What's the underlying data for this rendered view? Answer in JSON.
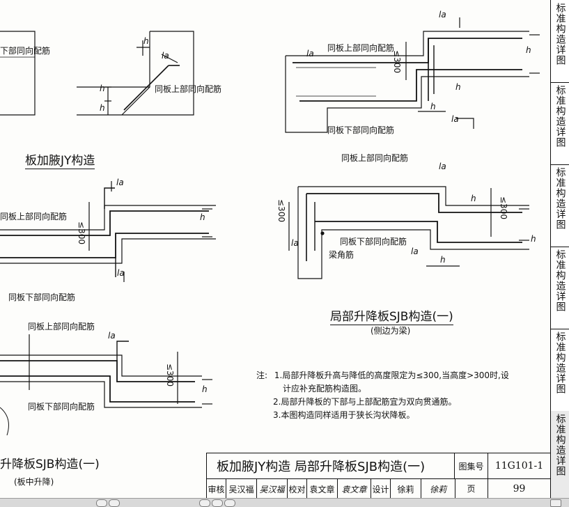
{
  "labels": {
    "jy_top_bottom_bar": "下部同向配筋",
    "jy_top_bar": "同板上部同向配筋",
    "jy_h": "h",
    "jy_la": "la",
    "left_mid_top_bar": "同板上部同向配筋",
    "left_mid_bottom_bar": "同板下部同向配筋",
    "left_bot_top_bar": "同板上部同向配筋",
    "left_bot_bottom_bar": "同板下部同向配筋",
    "r1_top_bar": "同板上部同向配筋",
    "r1_bottom_bar": "同板下部同向配筋",
    "r2_top_bar": "同板上部同向配筋",
    "r2_bottom_bar": "同板下部同向配筋",
    "r2_corner_bar": "梁角筋",
    "le300": "≤300",
    "la": "la",
    "h": "h"
  },
  "captions": {
    "jy": "板加腋JY构造",
    "sjb_right": "局部升降板SJB构造(一)",
    "sjb_right_sub": "(侧边为梁)",
    "sjb_left": "升降板SJB构造(一)",
    "sjb_left_sub": "(板中升降)"
  },
  "notes": {
    "prefix": "注:",
    "items": [
      "1.局部升降板升高与降低的高度限定为≤300,当高度>300时,设",
      "计应补充配筋构造图。",
      "2.局部升降板的下部与上部配筋宜为双向贯通筋。",
      "3.本图构造同样适用于狭长沟状降板。"
    ]
  },
  "titleblock": {
    "title": "板加腋JY构造  局部升降板SJB构造(一)",
    "atlas_label": "图集号",
    "atlas_value": "11G101-1",
    "page_label": "页",
    "page_value": "99",
    "review_label": "审核",
    "review_name": "吴汉福",
    "review_sig": "吴汉福",
    "check_label": "校对",
    "check_name": "袁文章",
    "check_sig": "袁文章",
    "design_label": "设计",
    "design_name": "徐莉",
    "design_sig": "徐莉"
  },
  "side_tabs": [
    "标准构造详图",
    "标准构造详图",
    "标准构造详图",
    "标准构造详图",
    "标准构造详图",
    "标准构造详图"
  ]
}
